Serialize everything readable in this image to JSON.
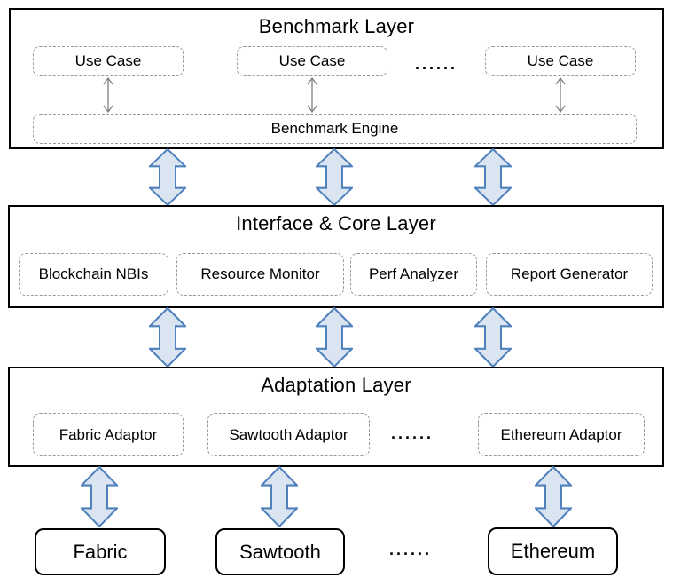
{
  "benchmark_layer": {
    "title": "Benchmark Layer",
    "use_cases": [
      "Use Case",
      "Use Case",
      "Use Case"
    ],
    "ellipsis": "......",
    "engine": "Benchmark Engine"
  },
  "interface_core_layer": {
    "title": "Interface & Core Layer",
    "modules": [
      "Blockchain NBIs",
      "Resource Monitor",
      "Perf Analyzer",
      "Report Generator"
    ]
  },
  "adaptation_layer": {
    "title": "Adaptation Layer",
    "adaptors": [
      "Fabric Adaptor",
      "Sawtooth Adaptor",
      "Ethereum Adaptor"
    ],
    "ellipsis": "......"
  },
  "blockchain_row": {
    "items": [
      "Fabric",
      "Sawtooth",
      "Ethereum"
    ],
    "ellipsis": "......"
  },
  "icons": {
    "layer_connector": "double-arrow-icon",
    "use_case_connector": "thin-double-arrow-icon"
  },
  "colors": {
    "arrow_fill": "#dbe5f1",
    "arrow_stroke": "#4f81bd",
    "thin_arrow": "#808080",
    "dashed_border": "#999999",
    "solid_border": "#000000"
  }
}
